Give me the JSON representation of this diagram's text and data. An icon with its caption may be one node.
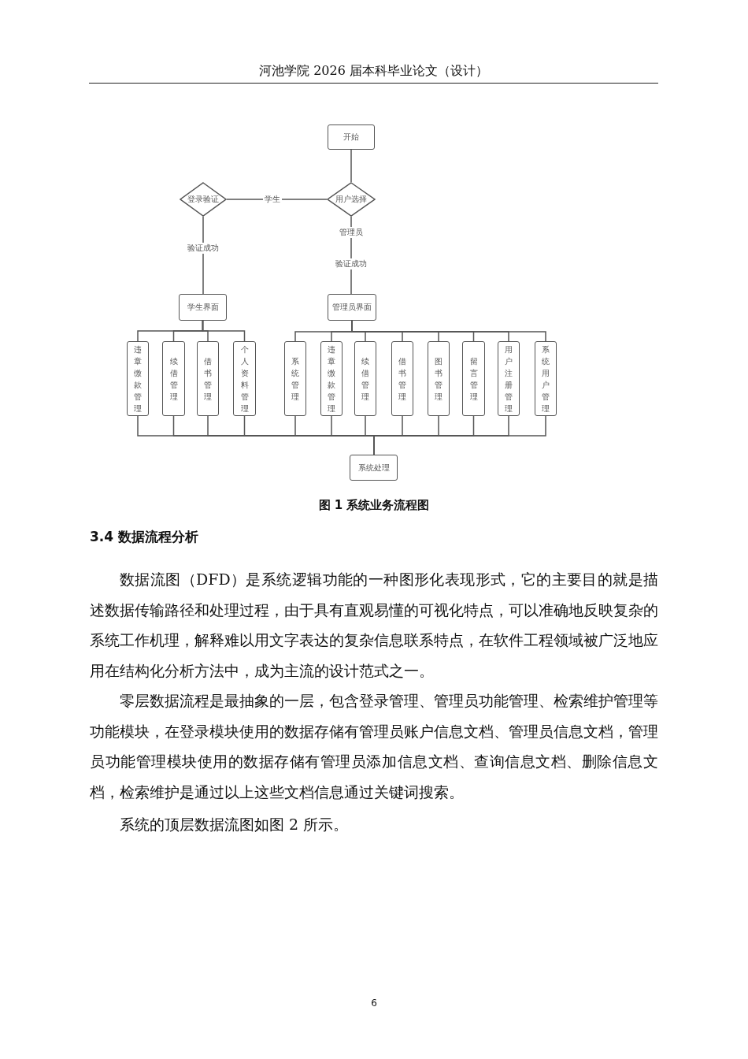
{
  "diagram": {
    "caption": "图 1 系统业务流程图",
    "nodes": [
      {
        "text": [
          "开始"
        ]
      },
      {
        "text": [
          "用户选择"
        ]
      },
      {
        "text": [
          "登录验证"
        ]
      },
      {
        "text": [
          "学生界面"
        ]
      },
      {
        "text": [
          "管理员界面"
        ]
      },
      {
        "text": [
          "违章缴款管理"
        ]
      },
      {
        "text": [
          "续借管理"
        ]
      },
      {
        "text": [
          "借书管理"
        ]
      },
      {
        "text": [
          "个人资料管理"
        ]
      },
      {
        "text": [
          "系统管理"
        ]
      },
      {
        "text": [
          "违章缴款管理"
        ]
      },
      {
        "text": [
          "续借管理"
        ]
      },
      {
        "text": [
          "借书管理"
        ]
      },
      {
        "text": [
          "图书管理"
        ]
      },
      {
        "text": [
          "留言管理"
        ]
      },
      {
        "text": [
          "用户注册管理"
        ]
      },
      {
        "text": [
          "系统用户管理"
        ]
      },
      {
        "text": [
          "系统处理"
        ]
      }
    ],
    "edges": [
      {
        "from": 0,
        "to": 1,
        "arrow": "none"
      },
      {
        "from": 1,
        "to": 2,
        "arrow": "none",
        "label": "学生"
      },
      {
        "from": 2,
        "to": 3,
        "arrow": "none",
        "label": "验证成功"
      },
      {
        "from": 1,
        "to": 4,
        "arrow": "none",
        "label": "管理员"
      },
      {
        "from": 3,
        "to": 5,
        "arrow": "none"
      },
      {
        "from": 3,
        "to": 6,
        "arrow": "none"
      },
      {
        "from": 3,
        "to": 7,
        "arrow": "none"
      },
      {
        "from": 3,
        "to": 8,
        "arrow": "none"
      },
      {
        "from": 4,
        "to": 9,
        "arrow": "none"
      },
      {
        "from": 4,
        "to": 10,
        "arrow": "none"
      },
      {
        "from": 4,
        "to": 11,
        "arrow": "none"
      },
      {
        "from": 4,
        "to": 12,
        "arrow": "none"
      },
      {
        "from": 4,
        "to": 13,
        "arrow": "none"
      },
      {
        "from": 4,
        "to": 14,
        "arrow": "none"
      },
      {
        "from": 4,
        "to": 15,
        "arrow": "none"
      },
      {
        "from": 4,
        "to": 16,
        "arrow": "none"
      },
      {
        "from": 5,
        "to": 17,
        "arrow": "none"
      },
      {
        "from": 6,
        "to": 17,
        "arrow": "none"
      },
      {
        "from": 7,
        "to": 17,
        "arrow": "none"
      },
      {
        "from": 8,
        "to": 17,
        "arrow": "none"
      },
      {
        "from": 9,
        "to": 17,
        "arrow": "none"
      },
      {
        "from": 10,
        "to": 17,
        "arrow": "none"
      },
      {
        "from": 11,
        "to": 17,
        "arrow": "none"
      },
      {
        "from": 12,
        "to": 17,
        "arrow": "none"
      },
      {
        "from": 13,
        "to": 17,
        "arrow": "none"
      },
      {
        "from": 14,
        "to": 17,
        "arrow": "none"
      },
      {
        "from": 15,
        "to": 17,
        "arrow": "none"
      },
      {
        "from": 16,
        "to": 17,
        "arrow": "none"
      }
    ],
    "labels": [
      "河池学院 2026 届本科毕业论文（设计）",
      "验证成功",
      "3.4 数据流程分析",
      "数据流图（DFD）是系统逻辑功能的一种图形化表现形式，它的主要目的就是描述数据传输路径和处理过程，由于具有直观易懂的可视化特点，可以准确地反映复杂的系统工作机理，解释难以用文字表达的复杂信息联系特点，在软件工程领域被广泛地应用在结构化分析方法中，成为主流的设计范式之一。",
      "零层数据流程是最抽象的一层，包含登录管理、管理员功能管理、检索维护管理等功能模块，在登录模块使用的数据存储有管理员账户信息文档、管理员信息文档，管理员功能管理模块使用的数据存储有管理员添加信息文档、查询信息文档、删除信息文档，检索维护是通过以上这些文档信息通过关键词搜索。",
      "系统的顶层数据流图如图 2 所示。",
      "6"
    ]
  }
}
